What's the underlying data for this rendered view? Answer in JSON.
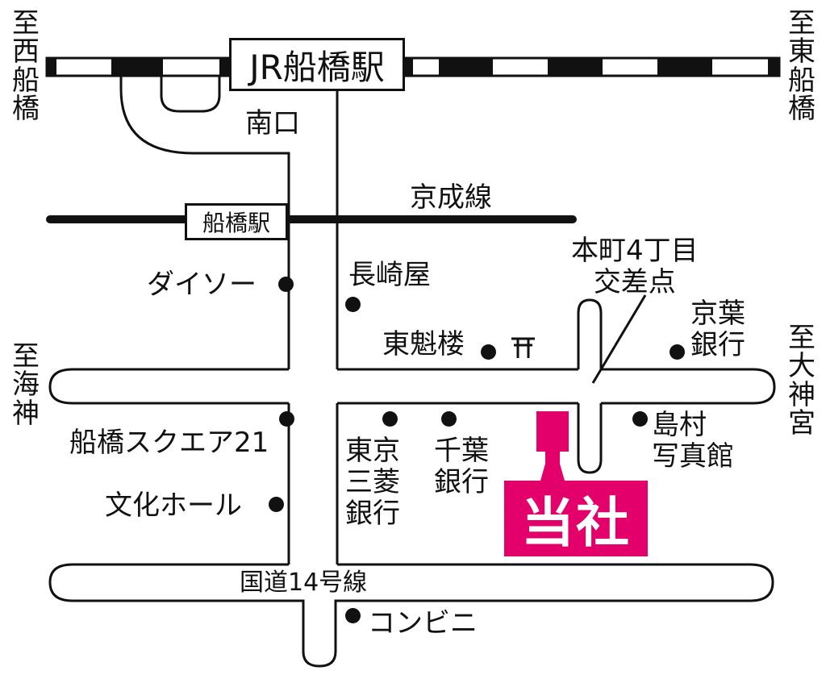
{
  "colors": {
    "line": "#111111",
    "accent": "#e3006a",
    "background": "#ffffff"
  },
  "stations": {
    "jr_funabashi": "JR船橋駅",
    "keisei_funabashi": "船橋駅"
  },
  "lines": {
    "keisei": "京成線",
    "route14": "国道14号線"
  },
  "directions": {
    "nishi_funabashi": "至西船橋",
    "higashi_funabashi": "至東船橋",
    "kaijin": "至海神",
    "otaki_jingu": "至大神宮"
  },
  "places": {
    "minamiguchi": "南口",
    "daiso": "ダイソー",
    "nagasakiya": "長崎屋",
    "tokairo": "東魁楼",
    "keiyo_bank": "京葉\n銀行",
    "honcho": "本町4丁目\n交差点",
    "square21": "船橋スクエア21",
    "tokyo_mitsubishi": "東京\n三菱\n銀行",
    "chiba_bank": "千葉\n銀行",
    "shimamura": "島村\n写真館",
    "bunka_hall": "文化ホール",
    "konbini": "コンビニ"
  },
  "company": {
    "label": "当社"
  }
}
